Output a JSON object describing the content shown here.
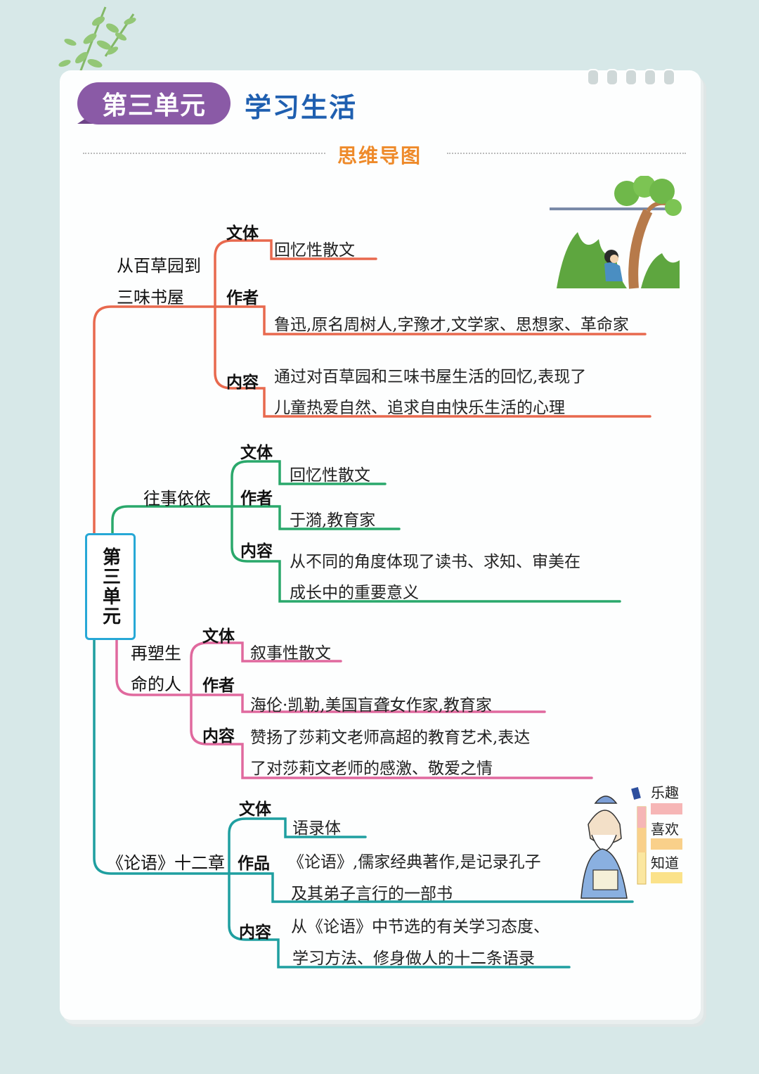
{
  "header": {
    "unit_badge": "第三单元",
    "unit_title": "学习生活",
    "section_title": "思维导图"
  },
  "mindmap": {
    "center": "第三单元",
    "branches": [
      {
        "title_lines": [
          "从百草园到",
          "三味书屋"
        ],
        "color": "#e8694e",
        "items": [
          {
            "label": "文体",
            "lines": [
              "回忆性散文"
            ]
          },
          {
            "label": "作者",
            "lines": [
              "鲁迅,原名周树人,字豫才,文学家、思想家、革命家"
            ]
          },
          {
            "label": "内容",
            "lines": [
              "通过对百草园和三味书屋生活的回忆,表现了",
              "儿童热爱自然、追求自由快乐生活的心理"
            ]
          }
        ]
      },
      {
        "title_lines": [
          "往事依依"
        ],
        "color": "#2aa86b",
        "items": [
          {
            "label": "文体",
            "lines": [
              "回忆性散文"
            ]
          },
          {
            "label": "作者",
            "lines": [
              "于漪,教育家"
            ]
          },
          {
            "label": "内容",
            "lines": [
              "从不同的角度体现了读书、求知、审美在",
              "成长中的重要意义"
            ]
          }
        ]
      },
      {
        "title_lines": [
          "再塑生",
          "命的人"
        ],
        "color": "#e0699e",
        "items": [
          {
            "label": "文体",
            "lines": [
              "叙事性散文"
            ]
          },
          {
            "label": "作者",
            "lines": [
              "海伦·凯勒,美国盲聋女作家,教育家"
            ]
          },
          {
            "label": "内容",
            "lines": [
              "赞扬了莎莉文老师高超的教育艺术,表达",
              "了对莎莉文老师的感激、敬爱之情"
            ]
          }
        ]
      },
      {
        "title_lines": [
          "《论语》十二章"
        ],
        "color": "#1f9fa0",
        "items": [
          {
            "label": "文体",
            "lines": [
              "语录体"
            ]
          },
          {
            "label": "作品",
            "lines": [
              "《论语》,儒家经典著作,是记录孔子",
              "及其弟子言行的一部书"
            ]
          },
          {
            "label": "内容",
            "lines": [
              "从《论语》中节选的有关学习态度、",
              "学习方法、修身做人的十二条语录"
            ]
          }
        ]
      }
    ]
  },
  "illustration_labels": [
    "乐趣",
    "喜欢",
    "知道"
  ],
  "colors": {
    "badge": "#8a5aa6",
    "title": "#1f5fb0",
    "section": "#ee8a2a",
    "center_border": "#27a8d6"
  }
}
